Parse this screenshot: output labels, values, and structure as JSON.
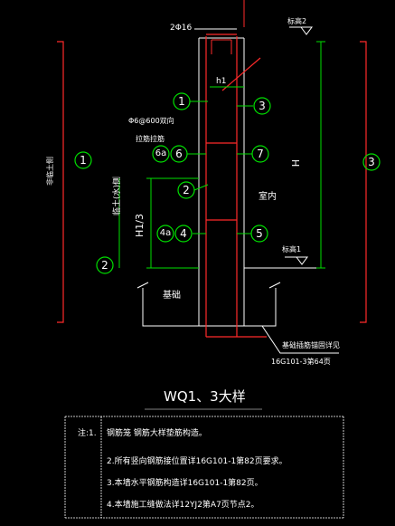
{
  "drawing": {
    "top_rebar": "2Φ16",
    "h1": "h1",
    "H": "H",
    "H1_3": "H1/3",
    "face_top": "标高2",
    "face_bottom": "标高1",
    "indoor": "室内",
    "foundation": "基础",
    "soil_side": "临土(水)侧",
    "left_side": "非临土侧",
    "tie_spec": "Φ6@600双向",
    "tie_label": "拉筋拉筋",
    "anchor_note": "基础插筋锚固详见",
    "anchor_ref": "16G101-3第64页",
    "circles": {
      "c1_left": "1",
      "c2_left": "2",
      "c1_mid": "1",
      "c2_mid": "2",
      "c3_mid": "3",
      "c3_right": "3",
      "c4": "4",
      "c4a": "4a",
      "c5": "5",
      "c6": "6",
      "c6a": "6a",
      "c7": "7"
    }
  },
  "title": "WQ1、3大样",
  "notes": {
    "prefix": "注:1.",
    "n1": "钢筋笼    钢筋大样垫筋构造。",
    "n2": "2.所有竖向钢筋接位置详16G101-1第82页要求。",
    "n3": "3.本墙水平钢筋构造详16G101-1第82页。",
    "n4": "4.本墙施工缝做法详12YJ2第A7页节点2。"
  }
}
